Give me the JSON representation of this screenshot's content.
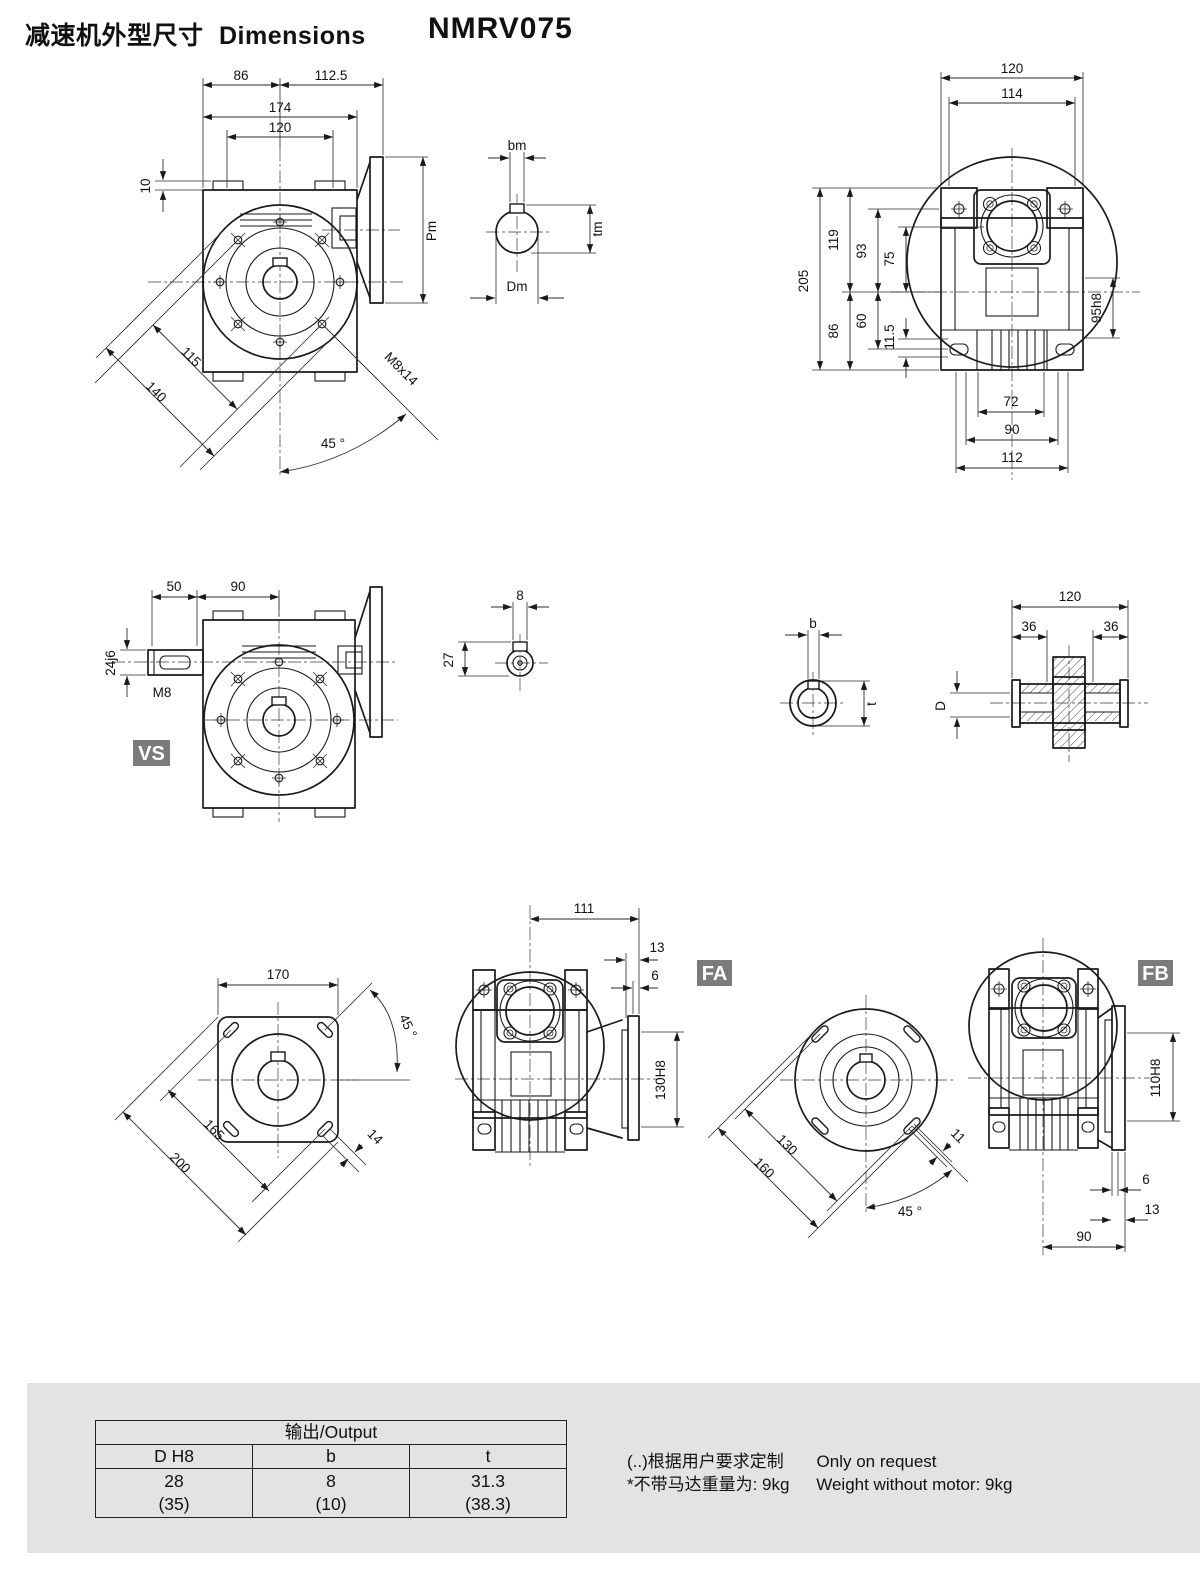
{
  "title": {
    "zh": "减速机外型尺寸",
    "en": "Dimensions",
    "model": "NMRV075"
  },
  "front_view": {
    "w86": "86",
    "w112_5": "112.5",
    "w174": "174",
    "w120": "120",
    "h10": "10",
    "pm": "Pm",
    "d115": "115",
    "d140": "140",
    "m8": "M8x14",
    "a45": "45 °"
  },
  "motor_shaft": {
    "bm": "bm",
    "tm": "tm",
    "dm": "Dm"
  },
  "side_view": {
    "w120": "120",
    "w114": "114",
    "h205": "205",
    "h119": "119",
    "h93": "93",
    "h75": "75",
    "h86": "86",
    "h60": "60",
    "h115": "11.5",
    "d95": "95h8",
    "w72": "72",
    "w90": "90",
    "w112": "112"
  },
  "vs_view": {
    "w50": "50",
    "w90": "90",
    "d24": "24j6",
    "m8": "M8",
    "badge": "VS"
  },
  "shaft_section": {
    "w8": "8",
    "h27": "27"
  },
  "key_section": {
    "b": "b",
    "t": "t"
  },
  "hollow_shaft": {
    "w120": "120",
    "w36_l": "36",
    "w36_r": "36",
    "d": "D"
  },
  "square_flange": {
    "w170": "170",
    "a45": "45 °",
    "d165": "165",
    "d200": "200",
    "d14": "14"
  },
  "fa_view": {
    "w111": "111",
    "w13": "13",
    "w6": "6",
    "d130": "130H8",
    "badge": "FA"
  },
  "fb_flange": {
    "d130": "130",
    "d160": "160",
    "d11": "11",
    "a45": "45 °"
  },
  "fb_view": {
    "d110": "110H8",
    "w6": "6",
    "w13": "13",
    "w90": "90",
    "badge": "FB"
  },
  "output_table": {
    "header": "输出/Output",
    "columns": [
      "D H8",
      "b",
      "t"
    ],
    "rows": [
      [
        "28",
        "8",
        "31.3"
      ],
      [
        "(35)",
        "(10)",
        "(38.3)"
      ]
    ]
  },
  "notes": [
    {
      "zh": "(..)根据用户要求定制",
      "en": "Only on request"
    },
    {
      "zh": "*不带马达重量为: 9kg",
      "en": "Weight without motor: 9kg"
    }
  ]
}
